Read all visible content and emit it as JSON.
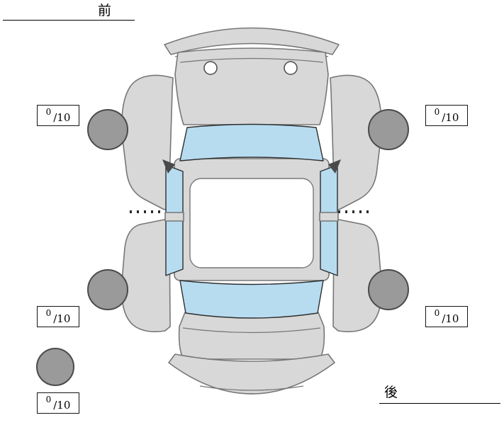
{
  "labels": {
    "front": "前",
    "rear": "後"
  },
  "scores": {
    "front_left": {
      "value": "0",
      "max": "/10"
    },
    "front_right": {
      "value": "0",
      "max": "/10"
    },
    "rear_left": {
      "value": "0",
      "max": "/10"
    },
    "rear_right": {
      "value": "0",
      "max": "/10"
    },
    "spare": {
      "value": "0",
      "max": "/10"
    }
  },
  "colors": {
    "body": "#d8d8d8",
    "window": "#b7dcf0",
    "wheel": "#9a9a9a",
    "outline": "#777777",
    "cabin": "#ffffff"
  }
}
